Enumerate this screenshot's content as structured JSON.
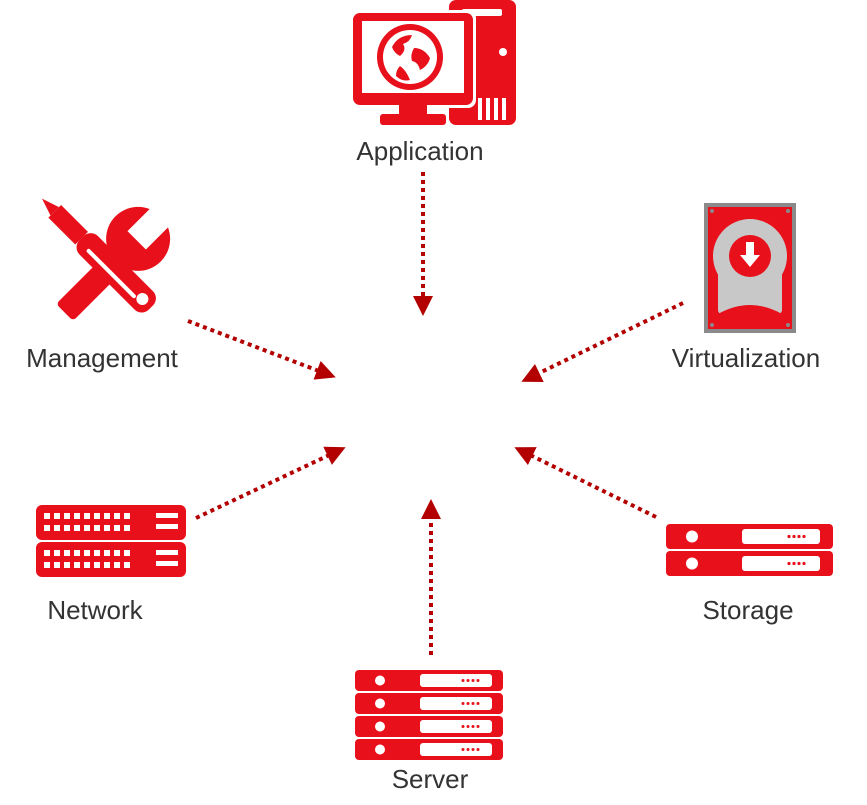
{
  "colors": {
    "accent": "#e8111b",
    "arrow": "#b30000",
    "text": "#333333",
    "drive_frame": "#8a8a8a",
    "drive_platter": "#c8c8c8"
  },
  "nodes": [
    {
      "id": "application",
      "label": "Application",
      "icon": "desktop-computer-globe-icon"
    },
    {
      "id": "management",
      "label": "Management",
      "icon": "wrench-screwdriver-icon"
    },
    {
      "id": "virtualization",
      "label": "Virtualization",
      "icon": "hard-drive-download-icon"
    },
    {
      "id": "network",
      "label": "Network",
      "icon": "network-switch-icon"
    },
    {
      "id": "storage",
      "label": "Storage",
      "icon": "storage-server-icon"
    },
    {
      "id": "server",
      "label": "Server",
      "icon": "server-rack-icon"
    }
  ],
  "edges": [
    {
      "from": "application",
      "to": "center"
    },
    {
      "from": "management",
      "to": "center"
    },
    {
      "from": "virtualization",
      "to": "center"
    },
    {
      "from": "network",
      "to": "center"
    },
    {
      "from": "storage",
      "to": "center"
    },
    {
      "from": "server",
      "to": "center"
    }
  ]
}
